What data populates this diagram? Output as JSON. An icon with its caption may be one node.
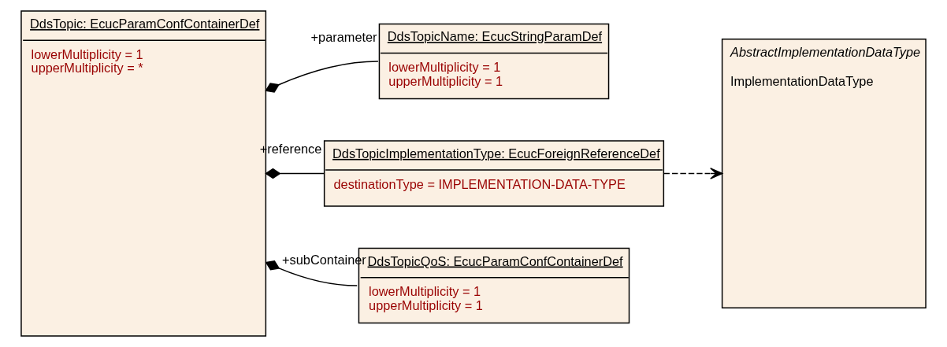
{
  "diagram": {
    "nodes": [
      {
        "text": [
          "DdsTopic: EcucParamConfContainerDef",
          "lowerMultiplicity = 1",
          "upperMultiplicity = *"
        ]
      },
      {
        "text": [
          "DdsTopicName: EcucStringParamDef",
          "lowerMultiplicity = 1",
          "upperMultiplicity = 1"
        ]
      },
      {
        "text": [
          "DdsTopicImplementationType: EcucForeignReferenceDef",
          "destinationType = IMPLEMENTATION-DATA-TYPE"
        ]
      },
      {
        "text": [
          "DdsTopicQoS: EcucParamConfContainerDef",
          "lowerMultiplicity = 1",
          "upperMultiplicity = 1"
        ]
      },
      {
        "text": [
          "AbstractImplementationDataType",
          "ImplementationDataType"
        ]
      }
    ],
    "edges": [
      {
        "from": 0,
        "to": 1,
        "arrow": "other",
        "label": "+parameter"
      },
      {
        "from": 0,
        "to": 2,
        "arrow": "other",
        "label": "+reference"
      },
      {
        "from": 0,
        "to": 3,
        "arrow": "other",
        "label": "+subContainer"
      },
      {
        "from": 2,
        "to": 4,
        "arrow": "to",
        "style": "dashed"
      }
    ]
  }
}
